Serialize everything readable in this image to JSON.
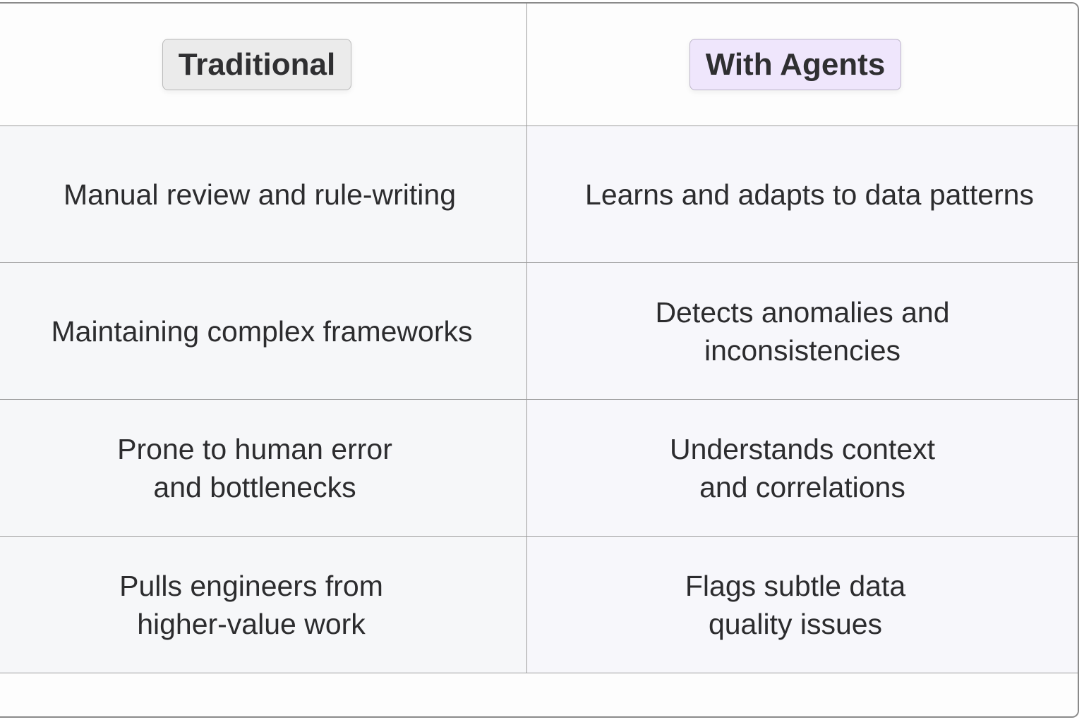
{
  "table": {
    "headers": {
      "traditional": "Traditional",
      "agents": "With Agents"
    },
    "rows": [
      {
        "traditional": "Manual review and rule-writing",
        "agents": "Learns and adapts to data patterns"
      },
      {
        "traditional": "Maintaining complex frameworks",
        "agents": "Detects anomalies and\ninconsistencies"
      },
      {
        "traditional": "Prone to human error\nand bottlenecks",
        "agents": "Understands context\nand correlations"
      },
      {
        "traditional": "Pulls engineers from\nhigher-value work",
        "agents": "Flags subtle data\nquality issues"
      }
    ]
  },
  "colors": {
    "traditional_pill_bg": "#ebebeb",
    "agents_pill_bg": "#efe6fc",
    "grid_line": "#9c9c9c",
    "text": "#2c2c2e"
  }
}
